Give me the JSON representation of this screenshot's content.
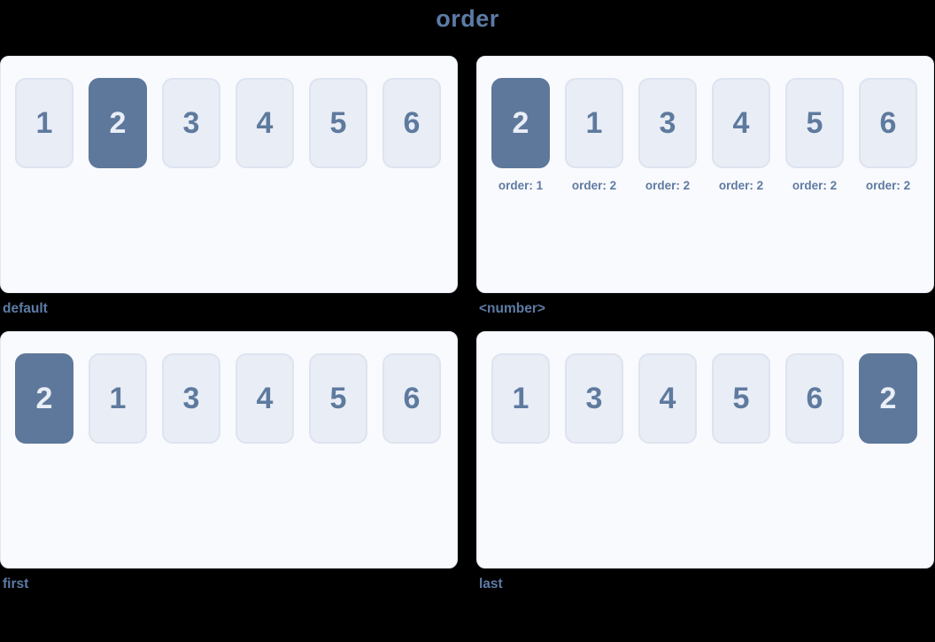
{
  "title": "order",
  "colors": {
    "background": "#000000",
    "panel_bg": "#f9fafd",
    "panel_border": "#e3e8f1",
    "box_bg": "#e9edf6",
    "box_border": "#dde4f0",
    "box_text": "#5e7a9e",
    "highlight_bg": "#5e789b",
    "highlight_text": "#e9eef7",
    "label_text": "#5d7ba6",
    "sublabel_text": "#5e7aa2"
  },
  "panels": [
    {
      "id": "default",
      "caption": "default",
      "items": [
        {
          "label": "1",
          "highlight": false
        },
        {
          "label": "2",
          "highlight": true
        },
        {
          "label": "3",
          "highlight": false
        },
        {
          "label": "4",
          "highlight": false
        },
        {
          "label": "5",
          "highlight": false
        },
        {
          "label": "6",
          "highlight": false
        }
      ]
    },
    {
      "id": "number",
      "caption": "<number>",
      "items": [
        {
          "label": "2",
          "highlight": true,
          "sublabel": "order: 1"
        },
        {
          "label": "1",
          "highlight": false,
          "sublabel": "order: 2"
        },
        {
          "label": "3",
          "highlight": false,
          "sublabel": "order: 2"
        },
        {
          "label": "4",
          "highlight": false,
          "sublabel": "order: 2"
        },
        {
          "label": "5",
          "highlight": false,
          "sublabel": "order: 2"
        },
        {
          "label": "6",
          "highlight": false,
          "sublabel": "order: 2"
        }
      ]
    },
    {
      "id": "first",
      "caption": "first",
      "items": [
        {
          "label": "2",
          "highlight": true
        },
        {
          "label": "1",
          "highlight": false
        },
        {
          "label": "3",
          "highlight": false
        },
        {
          "label": "4",
          "highlight": false
        },
        {
          "label": "5",
          "highlight": false
        },
        {
          "label": "6",
          "highlight": false
        }
      ]
    },
    {
      "id": "last",
      "caption": "last",
      "items": [
        {
          "label": "1",
          "highlight": false
        },
        {
          "label": "3",
          "highlight": false
        },
        {
          "label": "4",
          "highlight": false
        },
        {
          "label": "5",
          "highlight": false
        },
        {
          "label": "6",
          "highlight": false
        },
        {
          "label": "2",
          "highlight": true
        }
      ]
    }
  ]
}
